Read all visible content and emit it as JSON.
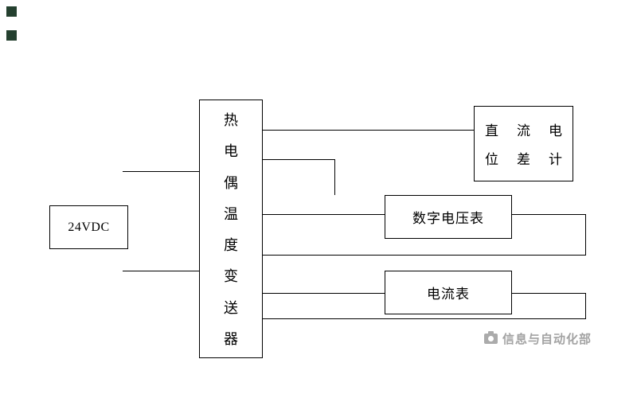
{
  "colors": {
    "line": "#000000",
    "box_border": "#000000",
    "background": "#ffffff",
    "watermark_gray": "#a3a3a3",
    "corner_marker": "#24402f"
  },
  "diagram": {
    "power": {
      "label": "24VDC"
    },
    "transmitter": {
      "label": "热电偶温度变送器",
      "chars": [
        "热",
        "电",
        "偶",
        "温",
        "度",
        "变",
        "送",
        "器"
      ]
    },
    "potentiometer": {
      "label": "直流电位差计",
      "row1": [
        "直",
        "流",
        "电"
      ],
      "row2": [
        "位",
        "差",
        "计"
      ]
    },
    "voltmeter": {
      "label": "数字电压表"
    },
    "ammeter": {
      "label": "电流表"
    }
  },
  "watermark": {
    "label": "信息与自动化部"
  }
}
